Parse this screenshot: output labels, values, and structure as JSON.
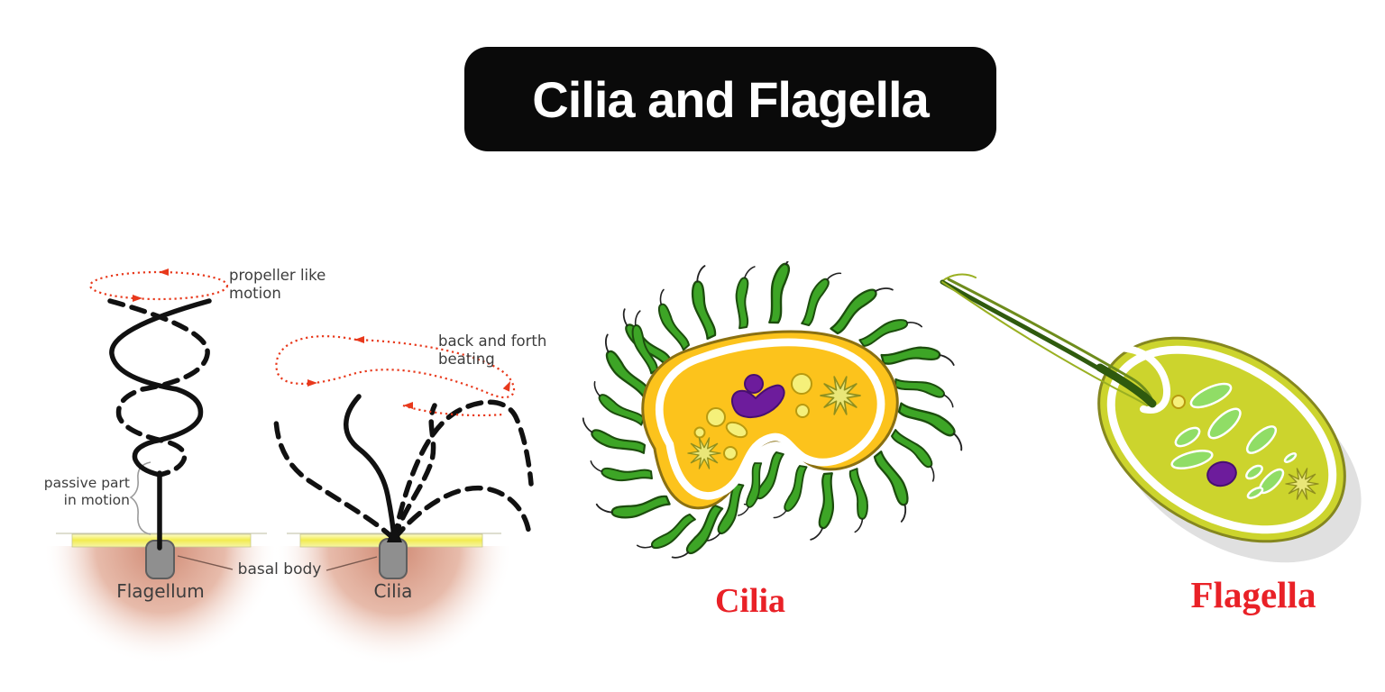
{
  "title": {
    "text": "Cilia and Flagella"
  },
  "schematic": {
    "flagellum": {
      "motion_label": "propeller like\nmotion",
      "passive_label": "passive part\nin motion",
      "name_label": "Flagellum"
    },
    "cilia": {
      "motion_label": "back and forth\nbeating",
      "name_label": "Cilia"
    },
    "basal_body_label": "basal body"
  },
  "illustrations": {
    "cilia_cell": {
      "label": "Cilia"
    },
    "flagella_cell": {
      "label": "Flagella"
    }
  },
  "colors": {
    "banner_bg": "#0a0a0a",
    "banner_fg": "#ffffff",
    "label_red": "#e92127",
    "ink": "#111111",
    "text_gray": "#3d3d3d",
    "motion_red": "#e8391c",
    "membrane_yellow": "#f2ec50",
    "cell_pink": "#cf8872",
    "basal_gray": "#8f8f8f",
    "cell_yellow": "#fcc31c",
    "cell_outline": "#8a7012",
    "cilia_green": "#3da526",
    "cilia_outline": "#1c4d0d",
    "nucleus_purple": "#6d1c9c",
    "vacuole_yellow": "#f5f07a",
    "star_fill": "#e9e678",
    "euglena_body": "#ccd42d",
    "chloro_green": "#90dd66",
    "flagellum_dark": "#2f5a0e",
    "shadow_gray": "#c2c2c2"
  }
}
